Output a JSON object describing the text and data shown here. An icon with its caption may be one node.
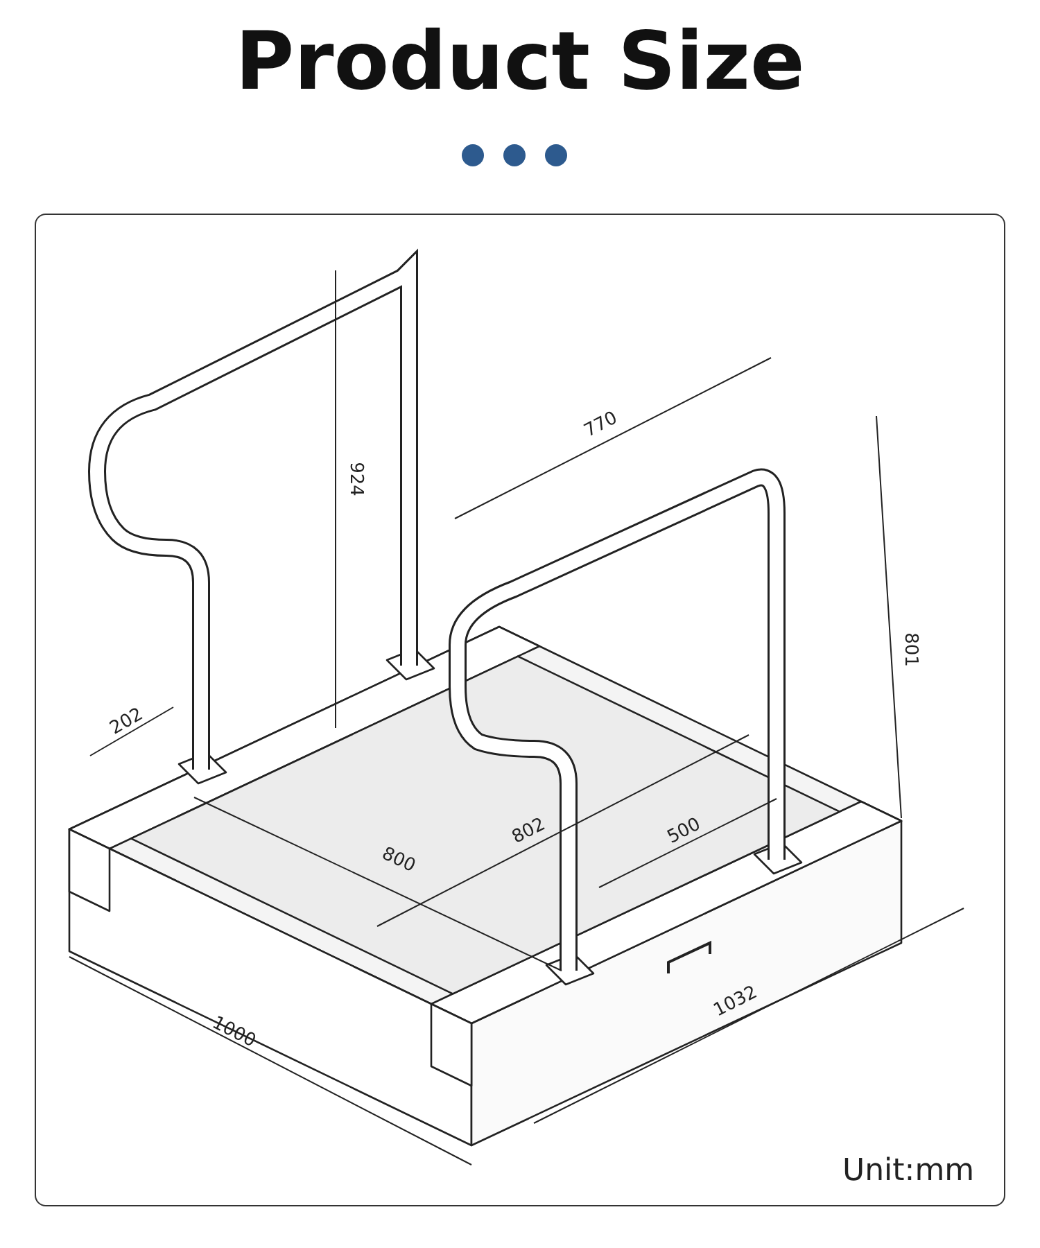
{
  "diagram": {
    "title": "Product Size",
    "labels": [
      "924",
      "770",
      "801",
      "202",
      "800",
      "802",
      "500",
      "1000",
      "1032",
      "Unit:mm"
    ]
  }
}
